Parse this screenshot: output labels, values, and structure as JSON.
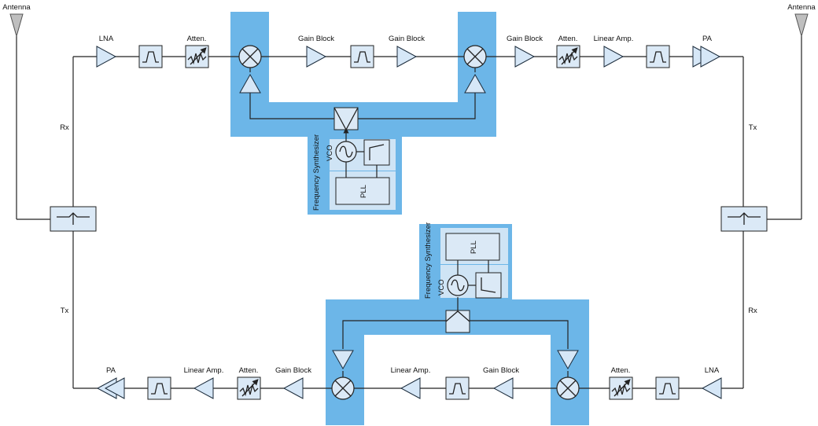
{
  "labels": {
    "antenna_left": "Antenna",
    "antenna_right": "Antenna",
    "rx_left": "Rx",
    "tx_right": "Tx",
    "tx_left": "Tx",
    "rx_right": "Rx",
    "top_lna": "LNA",
    "top_atten1": "Atten.",
    "top_gain1": "Gain Block",
    "top_gain2": "Gain Block",
    "top_gain3": "Gain Block",
    "top_atten2": "Atten.",
    "top_linear": "Linear Amp.",
    "top_pa": "PA",
    "top_fs": "Frequency Synthesizer",
    "top_vco": "VCO",
    "top_pll": "PLL",
    "bot_fs": "Frequency Synthesizer",
    "bot_vco": "VCO",
    "bot_pll": "PLL",
    "bot_pa": "PA",
    "bot_linear1": "Linear Amp.",
    "bot_atten1": "Atten.",
    "bot_gain1": "Gain Block",
    "bot_linear2": "Linear Amp.",
    "bot_gain2": "Gain Block",
    "bot_atten2": "Atten.",
    "bot_lna": "LNA"
  },
  "colors": {
    "band": "#6cb6e8",
    "block_fill": "#dbe9f6",
    "antenna_fill": "#bfbfbf"
  }
}
